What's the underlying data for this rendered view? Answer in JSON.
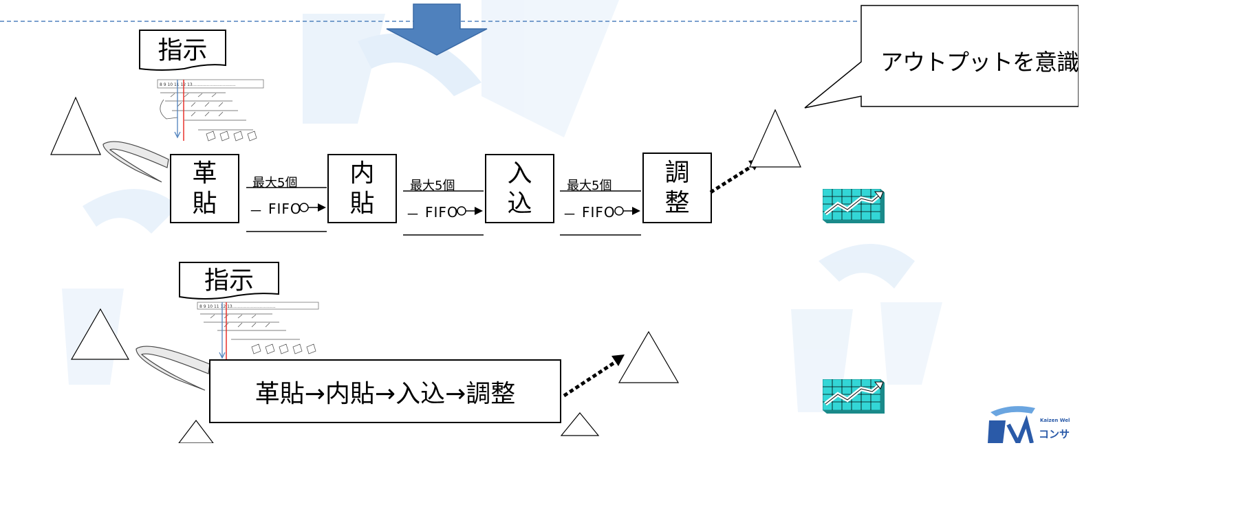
{
  "processes_top": [
    "革貼",
    "内貼",
    "入込",
    "調整"
  ],
  "processes_top_chars": [
    [
      "革",
      "貼"
    ],
    [
      "内",
      "貼"
    ],
    [
      "入",
      "込"
    ],
    [
      "調",
      "整"
    ]
  ],
  "instruction_label": "指示",
  "buffer": {
    "limit_label": "最大5個",
    "fifo_label": "FIFO",
    "dash": "－"
  },
  "combined_process": "革貼→内貼→入込→調整",
  "callout": "アウトプットを意識",
  "schedule_header": "8  9  10  11  12  13.................................",
  "logo": {
    "small": "Kaizen Wel",
    "kana": "コンサ"
  },
  "colors": {
    "accent_blue": "#4f81bd",
    "red_line": "#e8302a",
    "chart_cyan": "#33d6d6",
    "watermark": "#dbeaf8"
  }
}
